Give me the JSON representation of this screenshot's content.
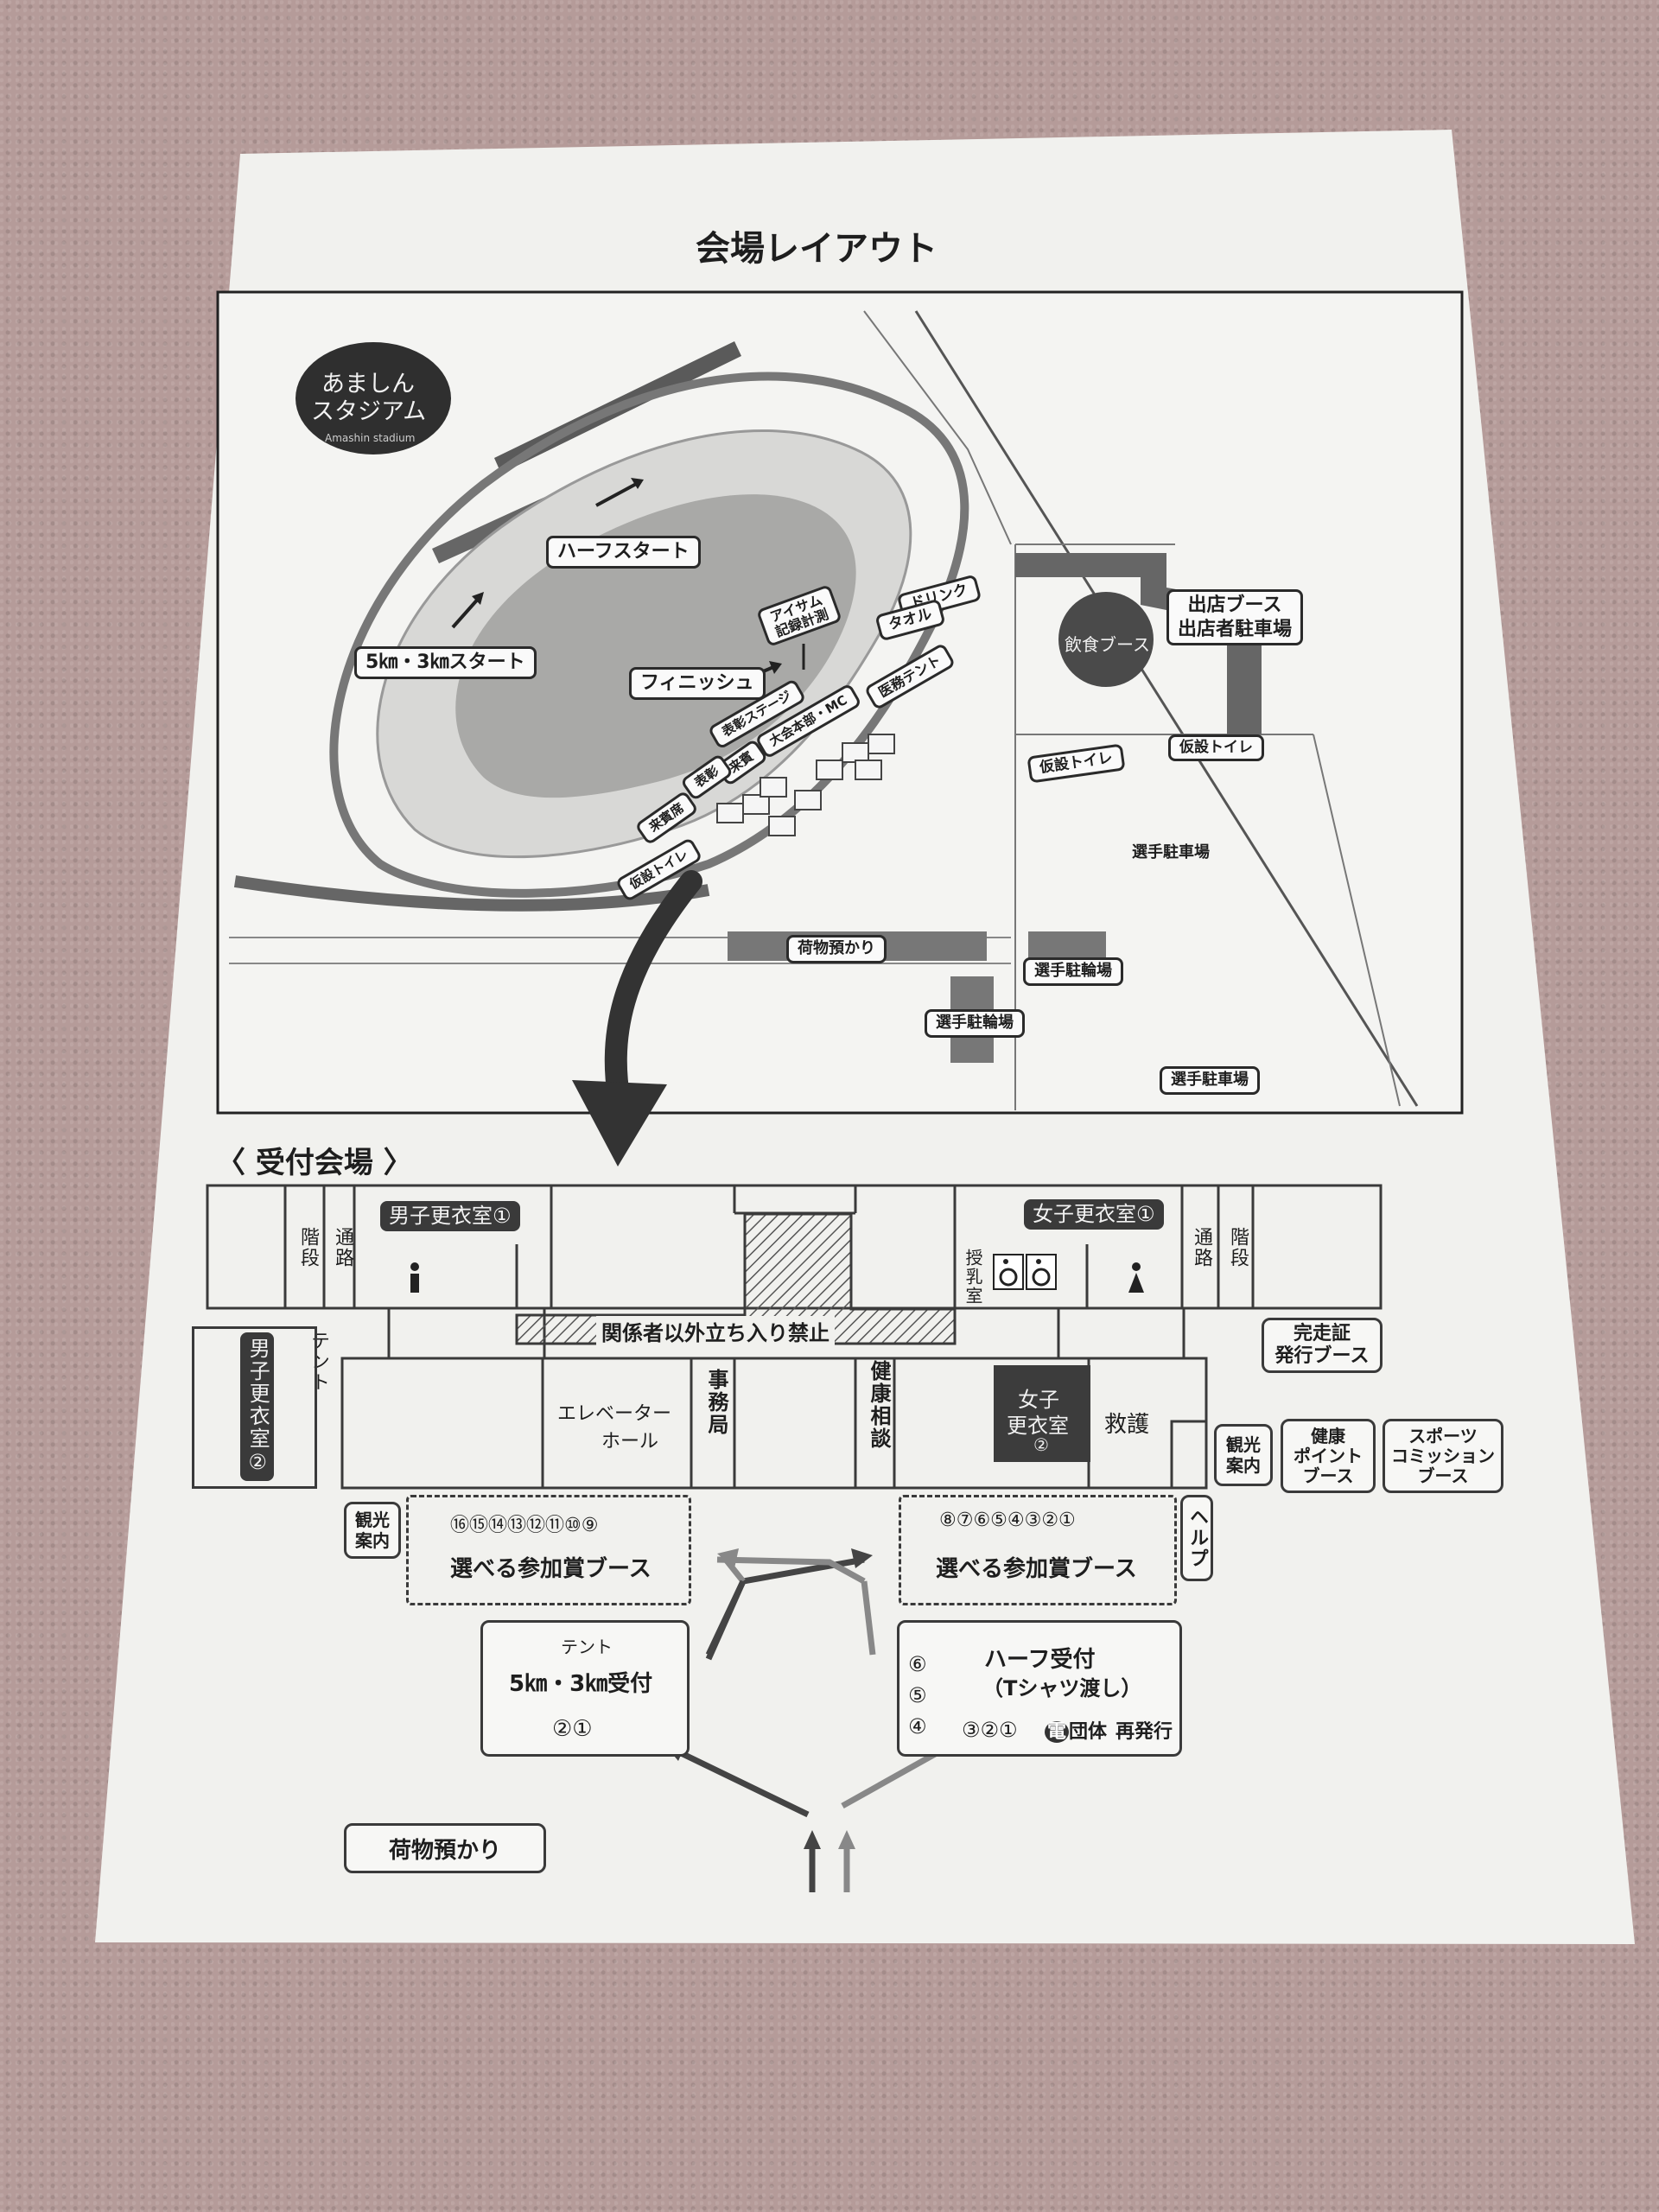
{
  "title": "会場レイアウト",
  "stadium": {
    "logo_text_1": "あましん",
    "logo_text_2": "スタジアム",
    "logo_sub": "Amashin stadium",
    "half_start": "ハーフスタート",
    "start_5k3k": "5㎞・3㎞スタート",
    "finish": "フィニッシュ",
    "timing_1": "アイサム",
    "timing_2": "記録計測",
    "drink": "ドリンク",
    "towel": "タオル",
    "medical_tent": "医務テント",
    "hq": "大会本部・MC",
    "award_stage": "表彰ステージ",
    "award": "表彰",
    "guest": "来賓",
    "guest_seat": "来賓席",
    "temp_toilet_1": "仮設トイレ",
    "baggage": "荷物預かり",
    "food_booth": "飲食ブース",
    "vendor_1": "出店ブース",
    "vendor_2": "出店者駐車場",
    "temp_toilet_2": "仮設トイレ",
    "temp_toilet_3": "仮設トイレ",
    "runner_parking_1": "選手駐車場",
    "runner_bike_1": "選手駐輪場",
    "runner_bike_2": "選手駐輪場",
    "runner_parking_2": "選手駐車場"
  },
  "reception": {
    "heading": "〈 受付会場 〉",
    "stairs_left": "階段",
    "passage_left": "通路",
    "mens_room_1": "男子更衣室①",
    "womens_room_1": "女子更衣室①",
    "nursing": "授乳室",
    "passage_right": "通路",
    "stairs_right": "階段",
    "no_entry": "関係者以外立ち入り禁止",
    "tent": "テント",
    "mens_room_2": "男子更衣室②",
    "elevator_1": "エレベーター",
    "elevator_2": "ホール",
    "office": "事務局",
    "health": "健康相談",
    "womens_room_2_a": "女子",
    "womens_room_2_b": "更衣室",
    "womens_room_2_c": "②",
    "first_aid": "救護",
    "certificate_1": "完走証",
    "certificate_2": "発行ブース",
    "tourist_right": "観光案内",
    "health_point_1": "健康",
    "health_point_2": "ポイント",
    "health_point_3": "ブース",
    "sports_1": "スポーツ",
    "sports_2": "コミッション",
    "sports_3": "ブース",
    "tourist_left": "観光案内",
    "booth_nums_left": "⑯⑮⑭⑬⑫⑪⑩⑨",
    "booth_left": "選べる参加賞ブース",
    "booth_nums_right": "⑧⑦⑥⑤④③②①",
    "booth_right": "選べる参加賞ブース",
    "help": "ヘルプ",
    "tent_5k_label": "テント",
    "reception_5k": "5㎞・3㎞受付",
    "reception_5k_nums": "②①",
    "half_reception": "ハーフ受付",
    "tshirt": "（Tシャツ渡し）",
    "half_nums_col": [
      "⑥",
      "⑤",
      "④"
    ],
    "half_nums_row": "③②①",
    "group": "団体",
    "group_mark": "電",
    "reissue": "再発行",
    "baggage": "荷物預かり"
  }
}
